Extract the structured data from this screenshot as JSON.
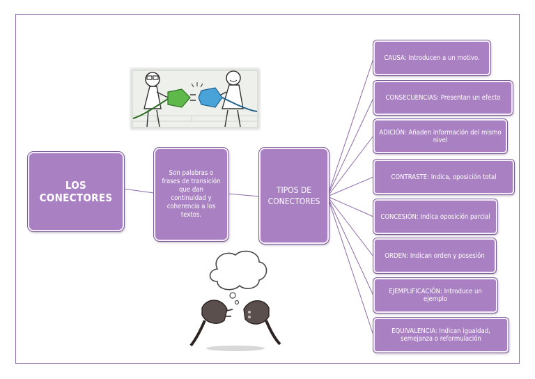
{
  "diagram": {
    "main_node": "LOS CONECTORES",
    "definition": "Son palabras o frases de transición que dan continuidad y coherencia a los textos.",
    "types_node": "TIPOS DE CONECTORES",
    "types": [
      {
        "name": "CAUSA",
        "desc": "Introducen a un motivo."
      },
      {
        "name": "CONSECUENCIAS",
        "desc": "Presentan un efecto"
      },
      {
        "name": "ADICIÓN",
        "desc": "Añaden información del mismo nivel"
      },
      {
        "name": "CONTRASTE",
        "desc": "Indica, oposición total"
      },
      {
        "name": "CONCESIÓN",
        "desc": "Indica oposición parcial"
      },
      {
        "name": "ORDEN",
        "desc": "Indican orden y posesión"
      },
      {
        "name": "EJEMPLIFICACIÓN",
        "desc": "Introduce un ejemplo"
      },
      {
        "name": "EQUIVALENCIA",
        "desc": "Indican igualdad, semejanza o reformulación"
      }
    ]
  },
  "colors": {
    "node_fill": "#a981c3",
    "node_border": "#7d5d95",
    "line": "#8d6aa8",
    "frame": "#8d6aa8"
  },
  "icons": [
    "people-connecting-plugs-illustration",
    "disconnected-plugs-thought-bubble-illustration"
  ]
}
